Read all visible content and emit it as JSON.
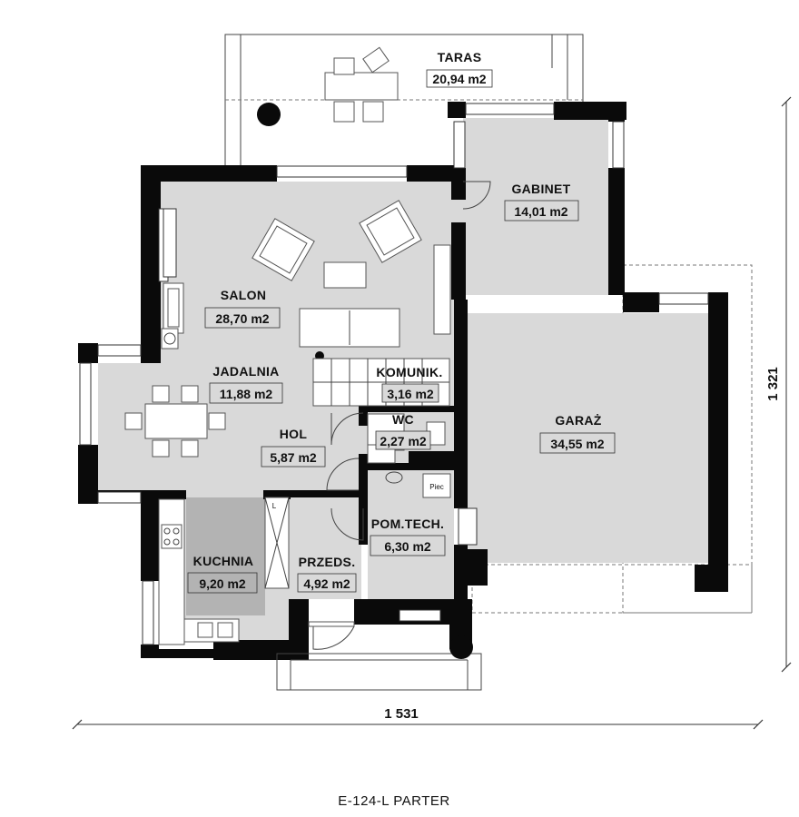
{
  "plan": {
    "footer_title": "E-124-L PARTER",
    "dimension_width": "1 531",
    "dimension_height": "1 321",
    "pec_label": "Piec",
    "wc_mark": "L"
  },
  "rooms": {
    "taras": {
      "name": "TARAS",
      "area": "20,94 m2"
    },
    "gabinet": {
      "name": "GABINET",
      "area": "14,01 m2"
    },
    "salon": {
      "name": "SALON",
      "area": "28,70 m2"
    },
    "jadalnia": {
      "name": "JADALNIA",
      "area": "11,88 m2"
    },
    "komunik": {
      "name": "KOMUNIK.",
      "area": "3,16 m2"
    },
    "wc": {
      "name": "WC",
      "area": "2,27 m2"
    },
    "hol": {
      "name": "HOL",
      "area": "5,87 m2"
    },
    "garaz": {
      "name": "GARAŻ",
      "area": "34,55 m2"
    },
    "pomtech": {
      "name": "POM.TECH.",
      "area": "6,30 m2"
    },
    "kuchnia": {
      "name": "KUCHNIA",
      "area": "9,20 m2"
    },
    "przeds": {
      "name": "PRZEDS.",
      "area": "4,92 m2"
    }
  }
}
